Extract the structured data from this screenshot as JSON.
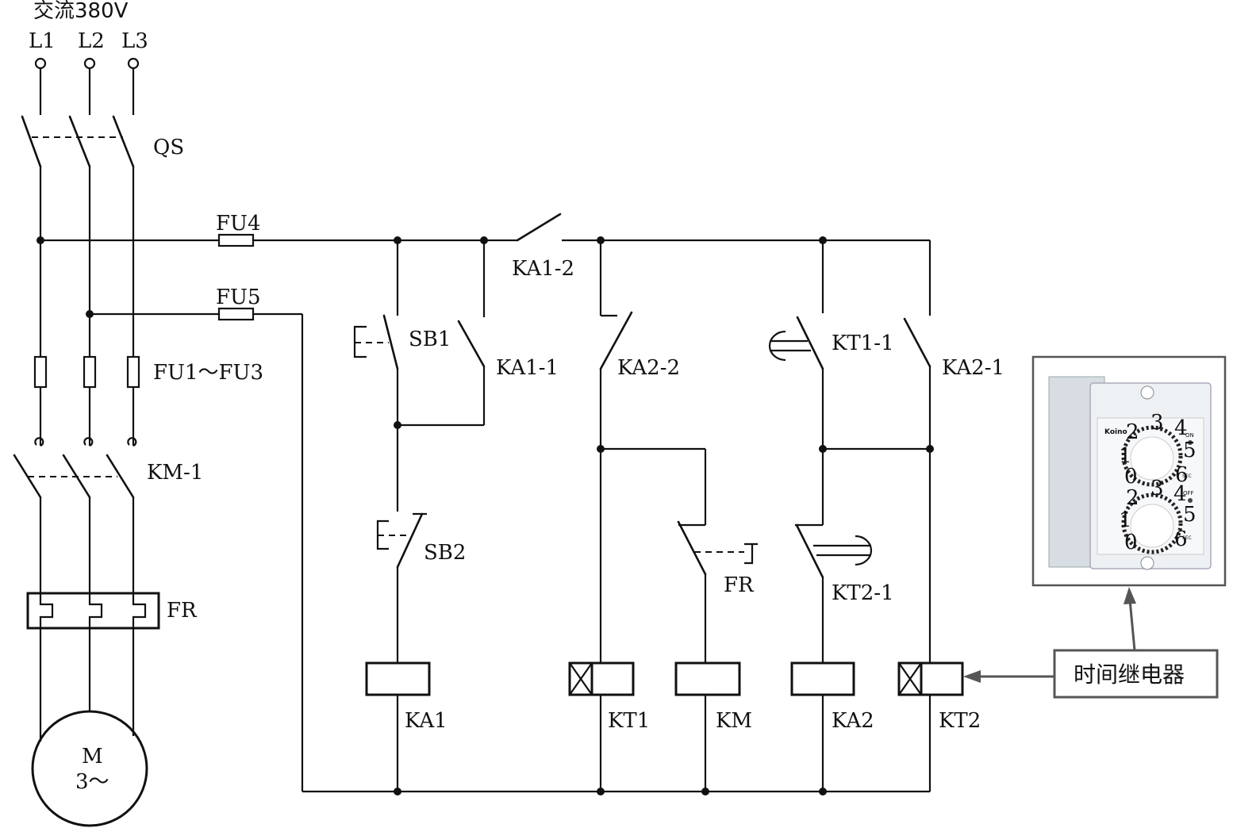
{
  "supply": {
    "label": "交流380V",
    "phases": [
      "L1",
      "L2",
      "L3"
    ]
  },
  "labels": {
    "qs": "QS",
    "fu4": "FU4",
    "fu5": "FU5",
    "fu13": "FU1～FU3",
    "km1": "KM-1",
    "fr_main": "FR",
    "motor_m": "M",
    "motor_phase": "3～",
    "ka12": "KA1-2",
    "sb1": "SB1",
    "ka11": "KA1-1",
    "sb2": "SB2",
    "ka22": "KA2-2",
    "fr_ctrl": "FR",
    "kt11": "KT1-1",
    "ka21": "KA2-1",
    "kt21": "KT2-1",
    "coil_ka1": "KA1",
    "coil_kt1": "KT1",
    "coil_km": "KM",
    "coil_ka2": "KA2",
    "coil_kt2": "KT2"
  },
  "callout": {
    "label": "时间继电器"
  },
  "device_photo": {
    "brand": "Koino",
    "dial_numbers": [
      "0",
      "1",
      "2",
      "3",
      "4",
      "5",
      "6"
    ],
    "on_label": "ON",
    "off_label": "OFF",
    "unit_label": "SEC"
  }
}
